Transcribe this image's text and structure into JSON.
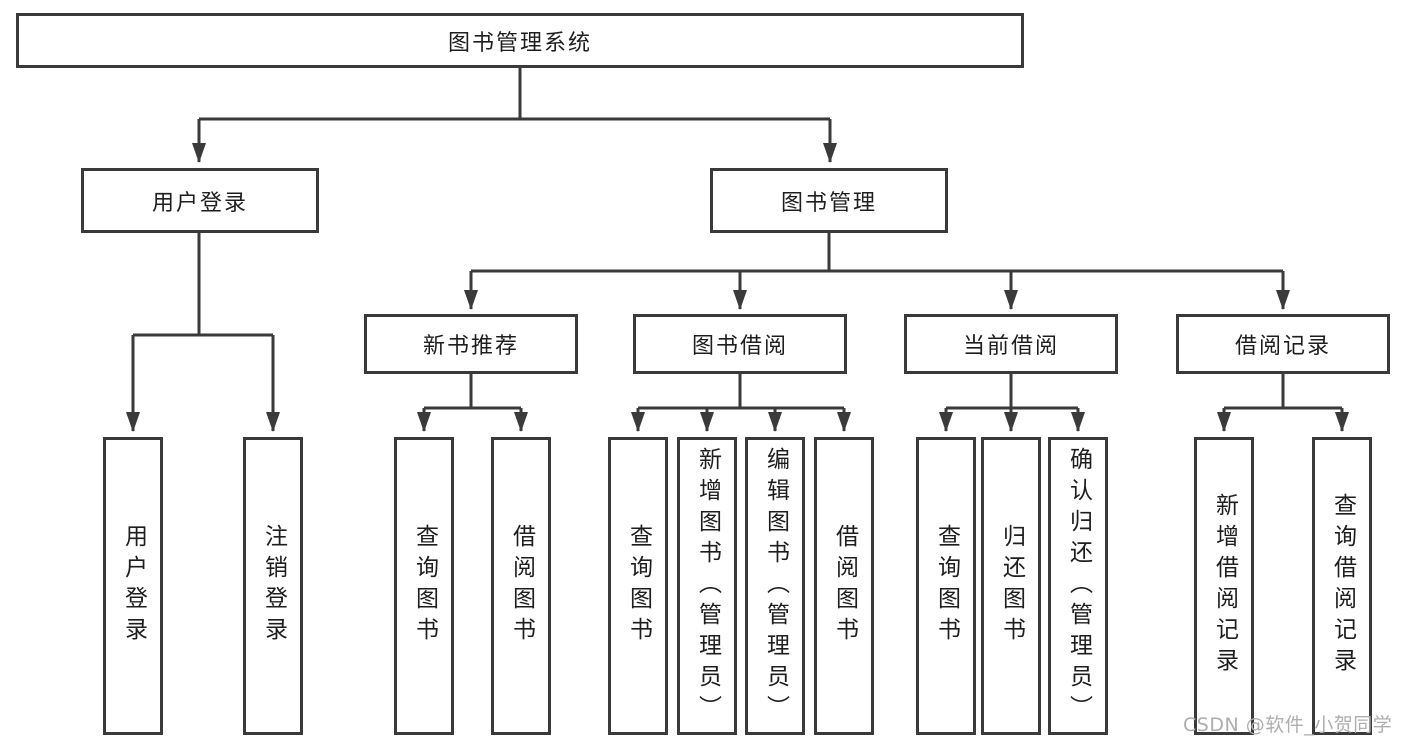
{
  "diagram": {
    "type": "tree-diagram",
    "root": {
      "label": "图书管理系统"
    },
    "branches": [
      {
        "label": "用户登录",
        "children": [
          {
            "label": "用户登录"
          },
          {
            "label": "注销登录"
          }
        ]
      },
      {
        "label": "图书管理",
        "children": [
          {
            "label": "新书推荐",
            "children": [
              {
                "label": "查询图书"
              },
              {
                "label": "借阅图书"
              }
            ]
          },
          {
            "label": "图书借阅",
            "children": [
              {
                "label": "查询图书"
              },
              {
                "label": "新增图书（管理员）"
              },
              {
                "label": "编辑图书（管理员）"
              },
              {
                "label": "借阅图书"
              }
            ]
          },
          {
            "label": "当前借阅",
            "children": [
              {
                "label": "查询图书"
              },
              {
                "label": "归还图书"
              },
              {
                "label": "确认归还（管理员）"
              }
            ]
          },
          {
            "label": "借阅记录",
            "children": [
              {
                "label": "新增借阅记录"
              },
              {
                "label": "查询借阅记录"
              }
            ]
          }
        ]
      }
    ],
    "watermark": "CSDN @软件_小贺同学",
    "colors": {
      "ink": "#3a3a3a",
      "text": "#1e1e1e",
      "background": "#ffffff",
      "watermark": "#aeaeae"
    }
  }
}
